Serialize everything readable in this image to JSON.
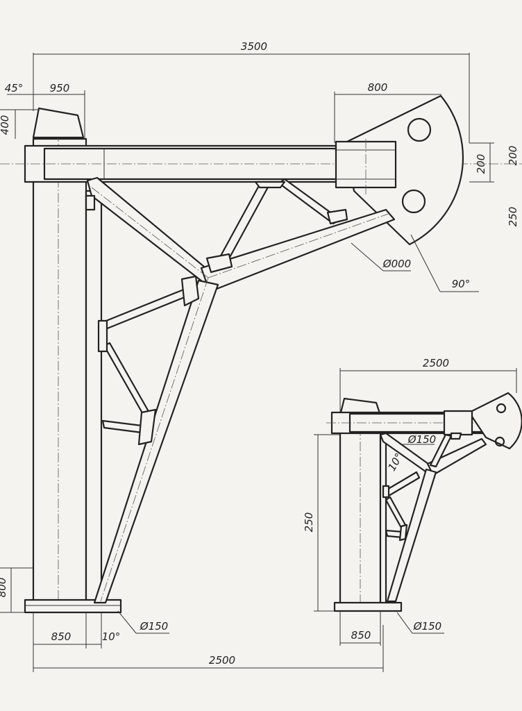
{
  "main_view": {
    "dims": {
      "overall_width": "3500",
      "top_offset": "950",
      "cap_angle": "45°",
      "cap_height": "400",
      "plate_width": "800",
      "beam_height_right": "200",
      "beam_height_inner": "200",
      "plate_lower": "250",
      "strut_diameter": "Ø000",
      "plate_angle": "90°",
      "base_height": "800",
      "base_width": "850",
      "brace_angle": "10°",
      "base_diameter": "Ø150",
      "base_span": "2500"
    }
  },
  "small_view": {
    "dims": {
      "overall_width": "2500",
      "inner_diameter": "Ø150",
      "inner_angle": "10°",
      "height": "250",
      "base_width": "850",
      "base_diameter": "Ø150"
    }
  }
}
